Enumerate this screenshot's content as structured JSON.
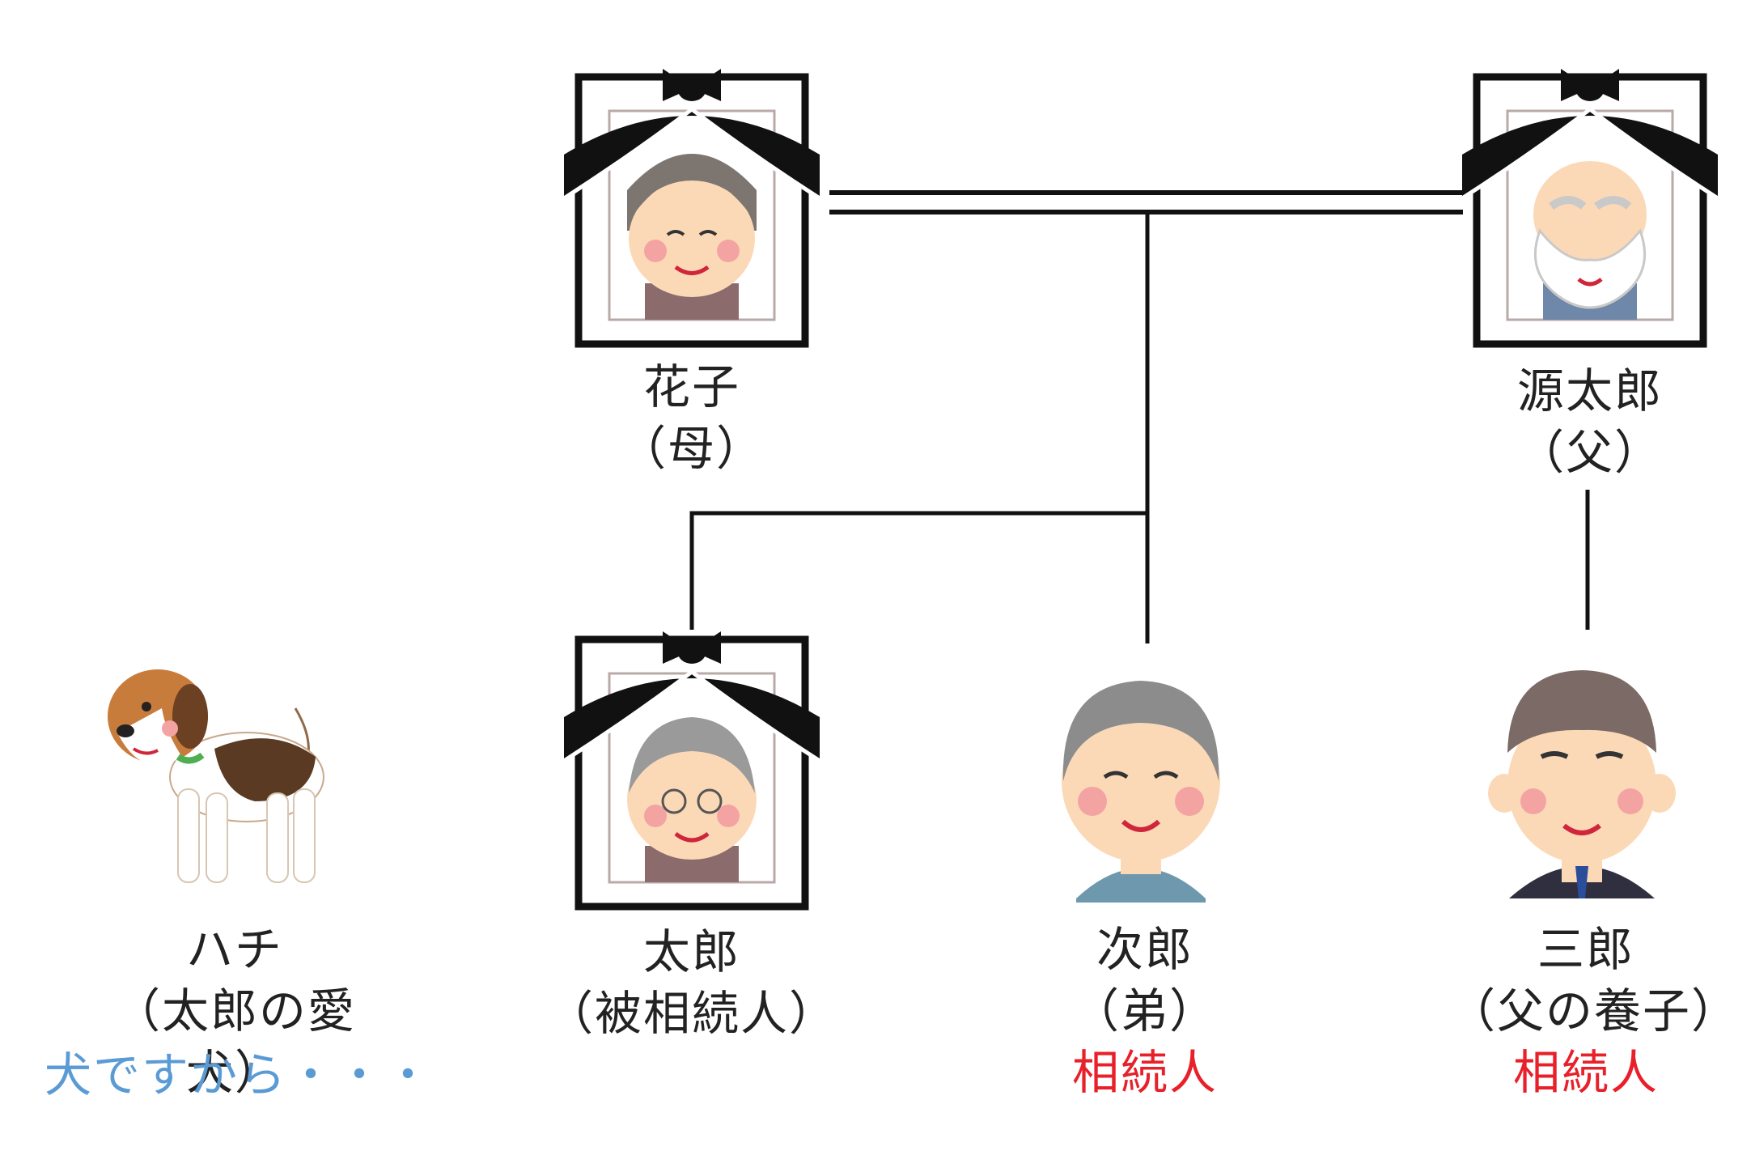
{
  "colors": {
    "line": "#111111",
    "text": "#222222",
    "heir": "#e8202a",
    "note": "#5b9bd5",
    "frame": "#111111",
    "skin": "#fbd9b7",
    "cheek": "#f4a3a3"
  },
  "people": {
    "hanako": {
      "name": "花子",
      "role": "（母）",
      "icon": "memorial-portrait-elderly-woman"
    },
    "gentaro": {
      "name": "源太郎",
      "role": "（父）",
      "icon": "memorial-portrait-elderly-man"
    },
    "taro": {
      "name": "太郎",
      "role": "（被相続人）",
      "icon": "memorial-portrait-elderly-man-glasses"
    },
    "jiro": {
      "name": "次郎",
      "role": "（弟）",
      "status": "相続人",
      "icon": "elderly-man"
    },
    "saburo": {
      "name": "三郎",
      "role": "（父の養子）",
      "status": "相続人",
      "icon": "man-in-suit"
    },
    "hachi": {
      "name": "ハチ",
      "role": "（太郎の愛犬）",
      "note": "犬ですから・・・",
      "icon": "beagle-dog"
    }
  }
}
